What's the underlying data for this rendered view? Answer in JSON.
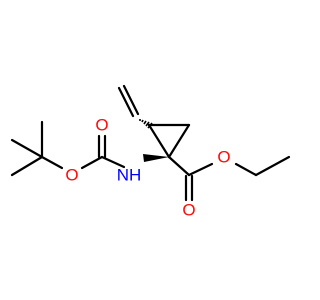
{
  "molecule": {
    "atoms": {
      "oxygen_carbonyl_boc": {
        "label": "O",
        "color": "#ff0d0d"
      },
      "oxygen_ether_boc": {
        "label": "O",
        "color": "#ff0d0d"
      },
      "nitrogen": {
        "label": "NH",
        "color": "#0000ff"
      },
      "oxygen_carbonyl_ester": {
        "label": "O",
        "color": "#ff0d0d"
      },
      "oxygen_ether_ester": {
        "label": "O",
        "color": "#ff0d0d"
      }
    },
    "bond_color": "#000000"
  }
}
